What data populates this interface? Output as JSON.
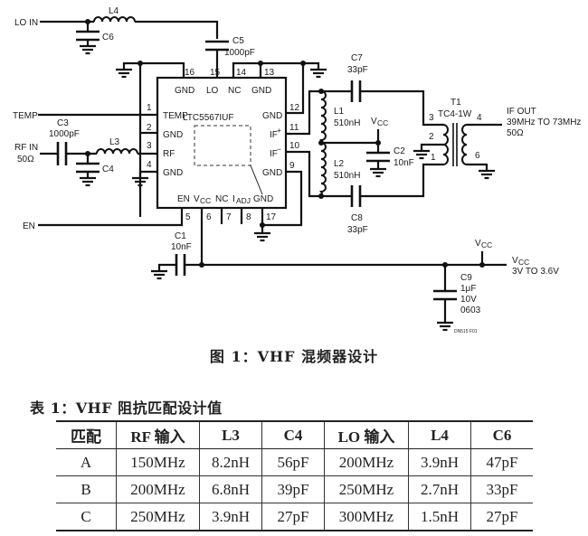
{
  "schematic": {
    "ic": {
      "part": "LTC5567IUF",
      "pins": [
        {
          "num": "1",
          "name": "TEMP"
        },
        {
          "num": "2",
          "name": "GND"
        },
        {
          "num": "3",
          "name": "RF"
        },
        {
          "num": "4",
          "name": "GND"
        },
        {
          "num": "5",
          "name": "EN"
        },
        {
          "num": "6",
          "name": "VCC"
        },
        {
          "num": "7",
          "name": "NC"
        },
        {
          "num": "8",
          "name": "IADJ"
        },
        {
          "num": "9",
          "name": "GND"
        },
        {
          "num": "10",
          "name": "IF−"
        },
        {
          "num": "11",
          "name": "IF+"
        },
        {
          "num": "12",
          "name": "GND"
        },
        {
          "num": "13",
          "name": "GND"
        },
        {
          "num": "14",
          "name": "NC"
        },
        {
          "num": "15",
          "name": "LO"
        },
        {
          "num": "16",
          "name": "GND"
        },
        {
          "num": "17",
          "name": "GND"
        }
      ],
      "vcc_sub": "CC",
      "iadj_main": "I",
      "iadj_sub": "ADJ",
      "vcc_main": "V",
      "if_plus": "IF",
      "if_plus_sup": "+",
      "if_minus": "IF",
      "if_minus_sup": "−"
    },
    "ports": {
      "lo_in": "LO IN",
      "temp": "TEMP",
      "rf_in": "RF IN",
      "rf_in_imp": "50Ω",
      "en": "EN",
      "if_out": "IF OUT",
      "if_out_range": "39MHz TO 73MHz",
      "if_out_imp": "50Ω",
      "vcc_main": "V",
      "vcc_sub": "CC",
      "vcc_range": "3V TO 3.6V"
    },
    "components": {
      "L4": {
        "ref": "L4"
      },
      "C6": {
        "ref": "C6"
      },
      "C5": {
        "ref": "C5",
        "value": "1000pF"
      },
      "C3": {
        "ref": "C3",
        "value": "1000pF"
      },
      "L3": {
        "ref": "L3"
      },
      "C4": {
        "ref": "C4"
      },
      "C7": {
        "ref": "C7",
        "value": "33pF"
      },
      "C8": {
        "ref": "C8",
        "value": "33pF"
      },
      "L1": {
        "ref": "L1",
        "value": "510nH"
      },
      "L2": {
        "ref": "L2",
        "value": "510nH"
      },
      "C2": {
        "ref": "C2",
        "value": "10nF"
      },
      "T1": {
        "ref": "T1",
        "value": "TC4-1W",
        "pins": [
          "3",
          "2",
          "1",
          "4",
          "6"
        ]
      },
      "C1": {
        "ref": "C1",
        "value": "10nF"
      },
      "C9": {
        "ref": "C9",
        "value": "1μF",
        "voltage": "10V",
        "package": "0603"
      }
    },
    "figure_id": "DN515 F01"
  },
  "figure_caption": "图 1：VHF 混频器设计",
  "table": {
    "title": "表 1：VHF 阻抗匹配设计值",
    "headers": [
      "匹配",
      "RF 输入",
      "L3",
      "C4",
      "LO 输入",
      "L4",
      "C6"
    ],
    "rows": [
      [
        "A",
        "150MHz",
        "8.2nH",
        "56pF",
        "200MHz",
        "3.9nH",
        "47pF"
      ],
      [
        "B",
        "200MHz",
        "6.8nH",
        "39pF",
        "250MHz",
        "2.7nH",
        "33pF"
      ],
      [
        "C",
        "250MHz",
        "3.9nH",
        "27pF",
        "300MHz",
        "1.5nH",
        "27pF"
      ]
    ]
  }
}
